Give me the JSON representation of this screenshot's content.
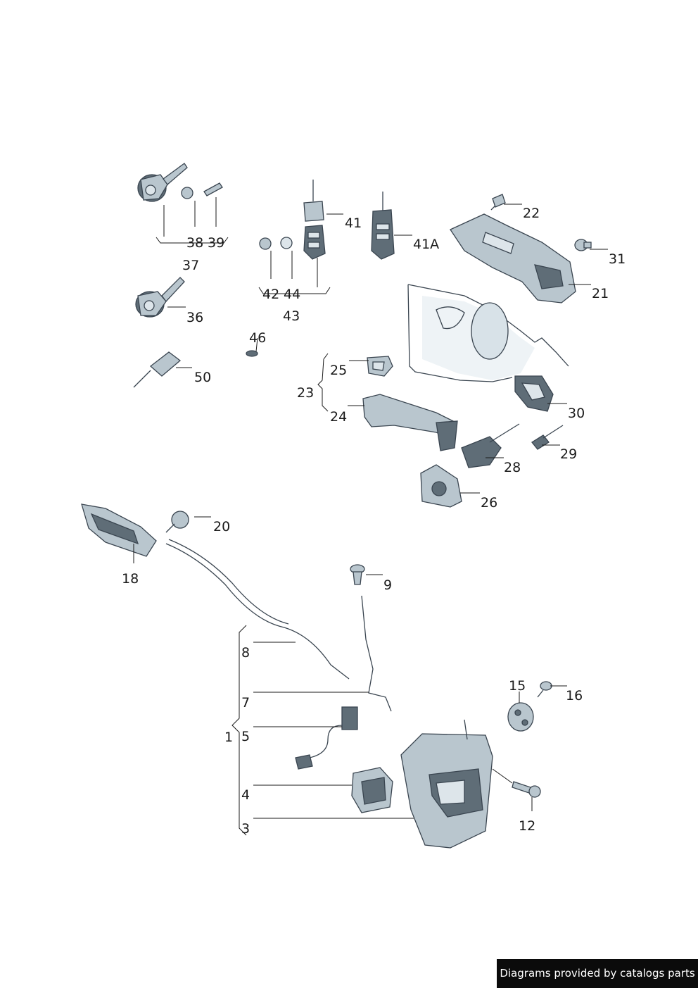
{
  "labels": {
    "p1": "1",
    "p3": "3",
    "p4": "4",
    "p5": "5",
    "p7": "7",
    "p8": "8",
    "p9": "9",
    "p12": "12",
    "p15": "15",
    "p16": "16",
    "p18": "18",
    "p20": "20",
    "p21": "21",
    "p22": "22",
    "p23": "23",
    "p24": "24",
    "p25": "25",
    "p26": "26",
    "p28": "28",
    "p29": "29",
    "p30": "30",
    "p31": "31",
    "p36": "36",
    "p37": "37",
    "p38": "38",
    "p39": "39",
    "p41": "41",
    "p41a": "41A",
    "p42": "42",
    "p43": "43",
    "p44": "44",
    "p46": "46",
    "p50": "50"
  },
  "footer": {
    "credit": "Diagrams provided by catalogs parts"
  },
  "colors": {
    "part_fill": "#b9c6ce",
    "part_shade": "#5f6d77",
    "line": "#1a1a1a"
  }
}
